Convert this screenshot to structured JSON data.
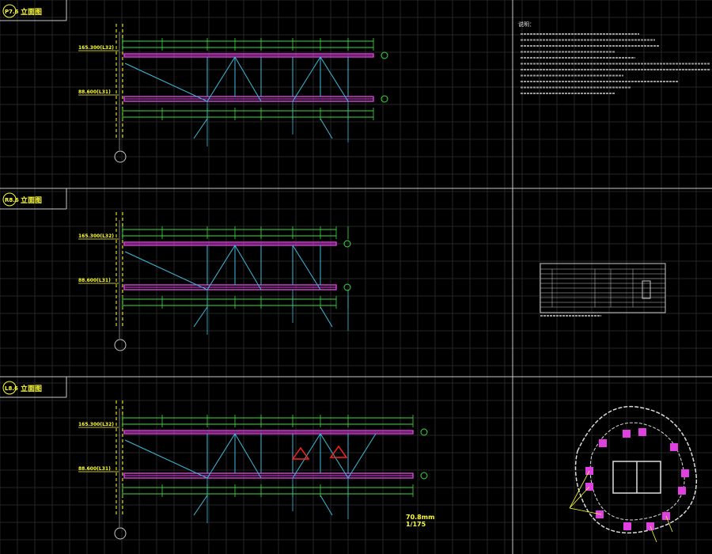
{
  "colors": {
    "background": "#000000",
    "grid": "#262626",
    "frame": "#c8c8c8",
    "title": "#ffff33",
    "beam": "#e040e0",
    "dimension": "#3cdc3c",
    "member": "#3cbcdc",
    "marker": "#ff2020",
    "text": "#e8e8e8"
  },
  "elevations": [
    {
      "id": "elev-1",
      "title_num": "P7.6",
      "title": "立面图",
      "top_level": "165.300(L32)",
      "bot_level": "88.600(L31)"
    },
    {
      "id": "elev-2",
      "title_num": "R8.6",
      "title": "立面图",
      "top_level": "165.300(L32)",
      "bot_level": "88.600(L31)"
    },
    {
      "id": "elev-3",
      "title_num": "L8.6",
      "title": "立面图",
      "top_level": "165.300(L32)",
      "bot_level": "88.600(L31)"
    }
  ],
  "notes": {
    "heading": "说明："
  },
  "measurement": {
    "value": "70.8mm",
    "scale": "1/175"
  }
}
